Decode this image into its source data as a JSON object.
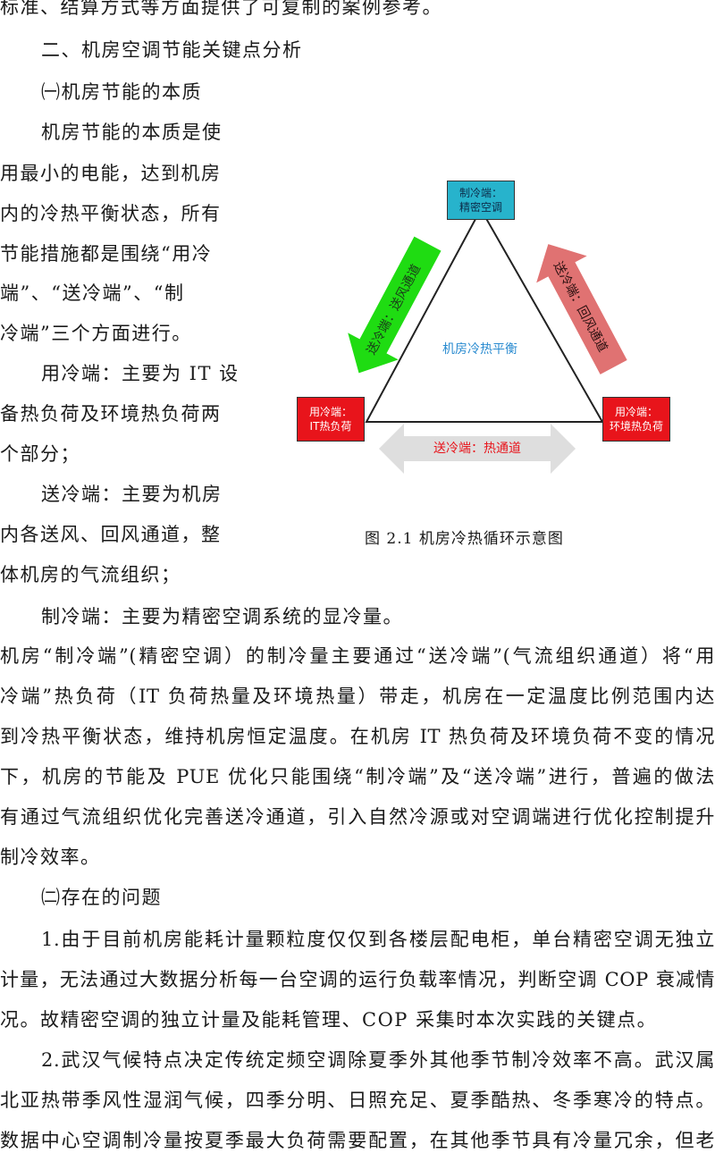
{
  "lines_top": [
    "标准、结算方式等方面提供了可复制的案例参考。"
  ],
  "section_title": "二、机房空调节能关键点分析",
  "sub1_title": "㈠机房节能的本质",
  "left_col": [
    "机房节能的本质是使",
    "用最小的电能，达到机房",
    "内的冷热平衡状态，所有",
    "节能措施都是围绕“用冷",
    "端”、“送冷端”、“制",
    "冷端”三个方面进行。",
    "用冷端：主要为 IT 设",
    "备热负荷及环境热负荷两",
    "个部分；",
    "送冷端：主要为机房",
    "内各送风、回风通道，整",
    "体机房的气流组织；"
  ],
  "para_cooling": "制冷端：主要为精密空调系统的显冷量。",
  "para_main": [
    "机房“制冷端”(精密空调）的制冷量主要通过“送冷端”(气流组织通道）将“用",
    "冷端”热负荷（IT 负荷热量及环境热量）带走，机房在一定温度比例范围内达",
    "到冷热平衡状态，维持机房恒定温度。在机房 IT 热负荷及环境负荷不变的情况",
    "下，机房的节能及 PUE 优化只能围绕“制冷端”及“送冷端”进行，普遍的做法",
    "有通过气流组织优化完善送冷通道，引入自然冷源或对空调端进行优化控制提升",
    "制冷效率。"
  ],
  "sub2_title": "㈡存在的问题",
  "problems": [
    "1.由于目前机房能耗计量颗粒度仅仅到各楼层配电柜，单台精密空调无独立",
    "计量，无法通过大数据分析每一台空调的运行负载率情况，判断空调 COP 衰减情",
    "况。故精密空调的独立计量及能耗管理、COP 采集时本次实践的关键点。",
    "2.武汉气候特点决定传统定频空调除夏季外其他季节制冷效率不高。武汉属",
    "北亚热带季风性湿润气候，四季分明、日照充足、夏季酷热、冬季寒冷的特点。",
    "数据中心空调制冷量按夏季最大负荷需要配置，在其他季节具有冷量冗余，但老"
  ],
  "diagram": {
    "top_box": "制冷端：\n精密空调",
    "left_box": "用冷端：\nIT热负荷",
    "right_box": "用冷端：\n环境热负荷",
    "center": "机房冷热平衡",
    "left_arrow": "送冷端：送风通道",
    "right_arrow": "送冷端：回风通道",
    "bottom_arrow": "送冷端：热通道",
    "colors": {
      "cool": "#27b3cc",
      "hot": "#e8141b",
      "green": "#1fdc12",
      "pink": "#e07272",
      "gray": "#dedede"
    }
  },
  "caption": "图 2.1  机房冷热循环示意图"
}
